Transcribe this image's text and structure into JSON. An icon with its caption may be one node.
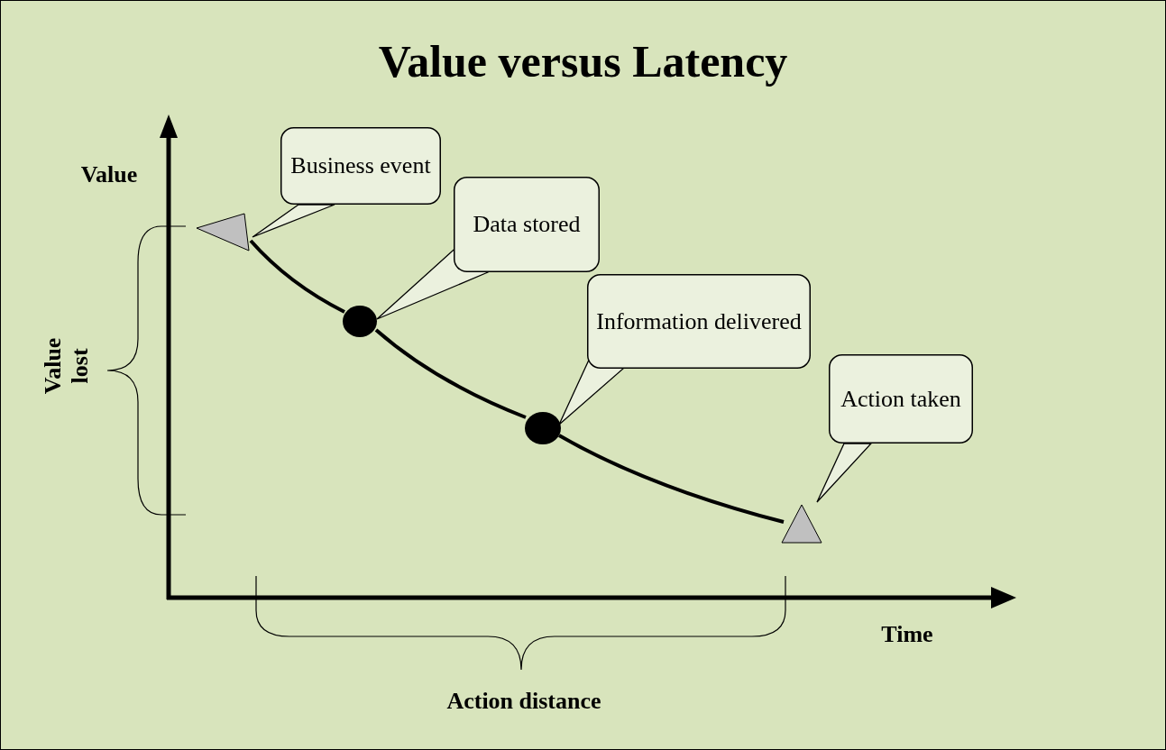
{
  "diagram": {
    "title": "Value versus Latency",
    "nodes": [
      {
        "text": [
          "Business event"
        ]
      },
      {
        "text": [
          "Data stored"
        ]
      },
      {
        "text": [
          "Information delivered"
        ]
      },
      {
        "text": [
          "Action taken"
        ]
      },
      {
        "text": [],
        "shape": "triangle"
      },
      {
        "text": [],
        "shape": "circle"
      },
      {
        "text": [],
        "shape": "circle"
      },
      {
        "text": [],
        "shape": "triangle"
      }
    ],
    "edges": [
      {
        "from": 4,
        "to": 5,
        "arrow": "none"
      },
      {
        "from": 5,
        "to": 6,
        "arrow": "none"
      },
      {
        "from": 6,
        "to": 7,
        "arrow": "none"
      }
    ],
    "labels": [
      "Value",
      "Value lost",
      "Time",
      "Action distance"
    ]
  }
}
